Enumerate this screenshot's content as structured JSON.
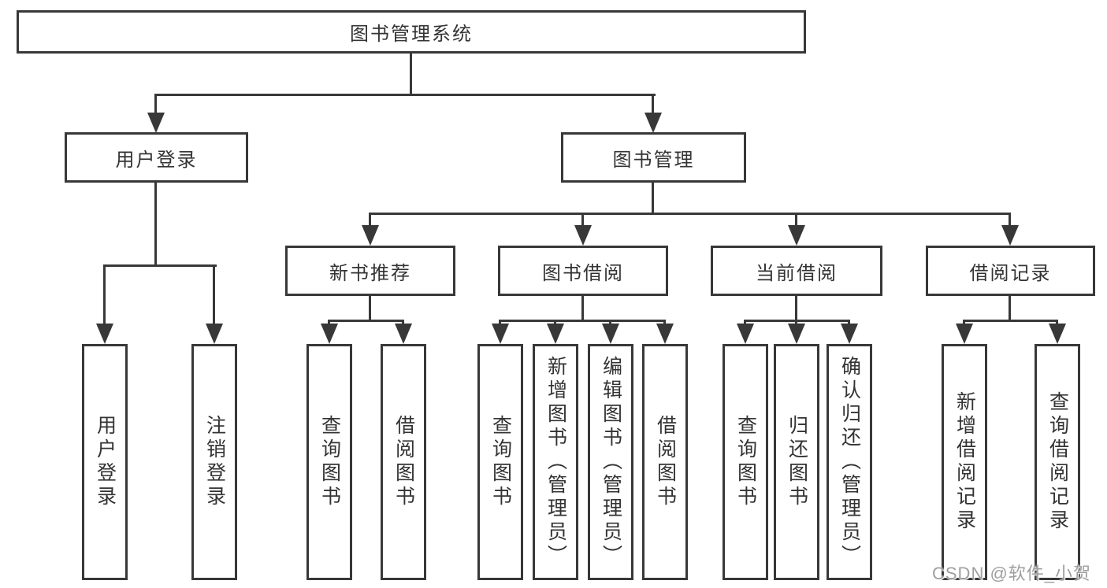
{
  "diagram_type": "hierarchy-flowchart",
  "colors": {
    "line": "#383838",
    "border": "#383838",
    "text": "#333333",
    "background": "#ffffff",
    "watermark": "#9f9f9f"
  },
  "watermark": {
    "text": "CSDN @软件_小贺同学"
  },
  "tree": {
    "label": "图书管理系统",
    "children": [
      {
        "label": "用户登录",
        "children": [
          {
            "label": "用户登录"
          },
          {
            "label": "注销登录"
          }
        ]
      },
      {
        "label": "图书管理",
        "children": [
          {
            "label": "新书推荐",
            "children": [
              {
                "label": "查询图书"
              },
              {
                "label": "借阅图书"
              }
            ]
          },
          {
            "label": "图书借阅",
            "children": [
              {
                "label": "查询图书"
              },
              {
                "label": "新增图书（管理员）"
              },
              {
                "label": "编辑图书（管理员）"
              },
              {
                "label": "借阅图书"
              }
            ]
          },
          {
            "label": "当前借阅",
            "children": [
              {
                "label": "查询图书"
              },
              {
                "label": "归还图书"
              },
              {
                "label": "确认归还（管理员）"
              }
            ]
          },
          {
            "label": "借阅记录",
            "children": [
              {
                "label": "新增借阅记录"
              },
              {
                "label": "查询借阅记录"
              }
            ]
          }
        ]
      }
    ]
  }
}
